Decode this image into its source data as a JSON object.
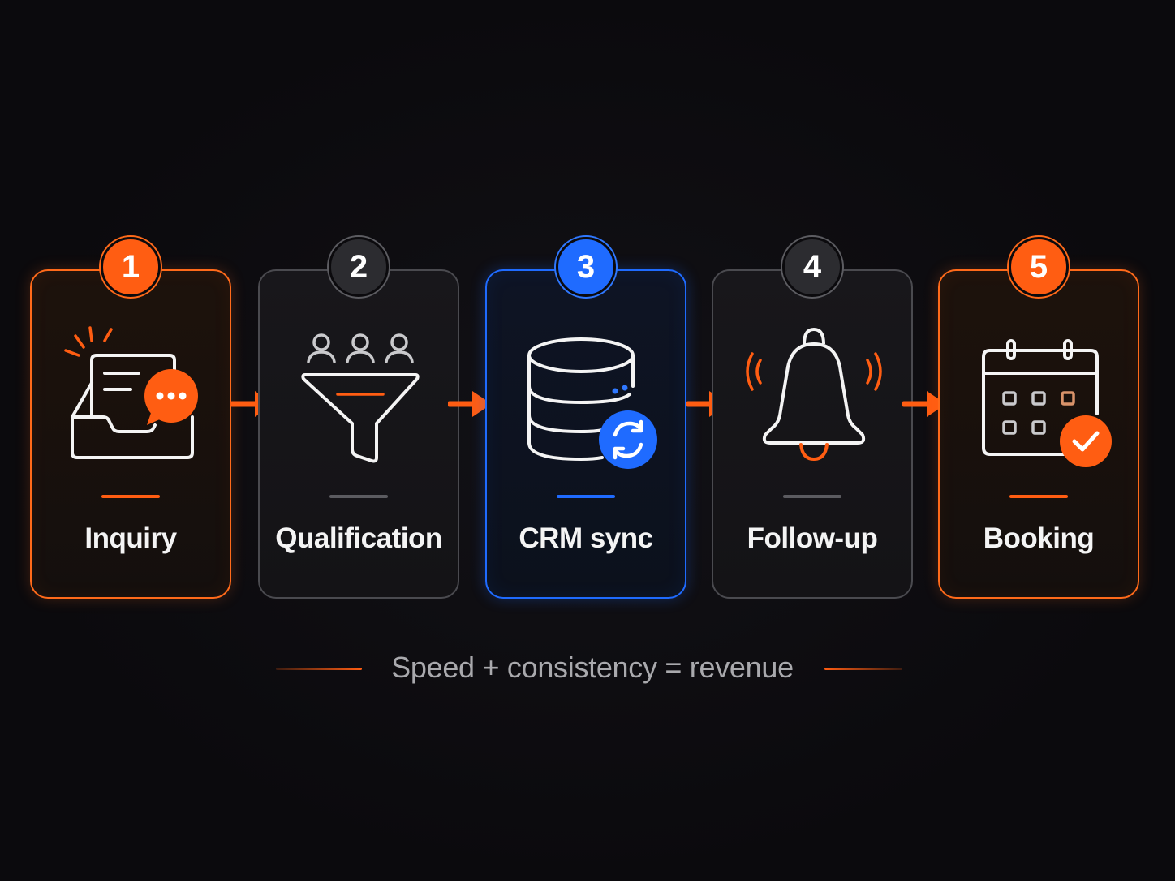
{
  "steps": [
    {
      "number": "1",
      "label": "Inquiry",
      "icon": "inbox-chat-icon",
      "accent": "#ff5d12"
    },
    {
      "number": "2",
      "label": "Qualification",
      "icon": "funnel-people-icon",
      "accent": "#5b5b60"
    },
    {
      "number": "3",
      "label": "CRM sync",
      "icon": "database-sync-icon",
      "accent": "#1f6bff"
    },
    {
      "number": "4",
      "label": "Follow-up",
      "icon": "bell-ringing-icon",
      "accent": "#5b5b60"
    },
    {
      "number": "5",
      "label": "Booking",
      "icon": "calendar-check-icon",
      "accent": "#ff5d12"
    }
  ],
  "connector_icon": "arrow-right-icon",
  "tagline": "Speed + consistency = revenue",
  "colors": {
    "orange": "#ff5d12",
    "blue": "#1f6bff",
    "gray": "#5b5b60",
    "background": "#0b0a0d"
  }
}
